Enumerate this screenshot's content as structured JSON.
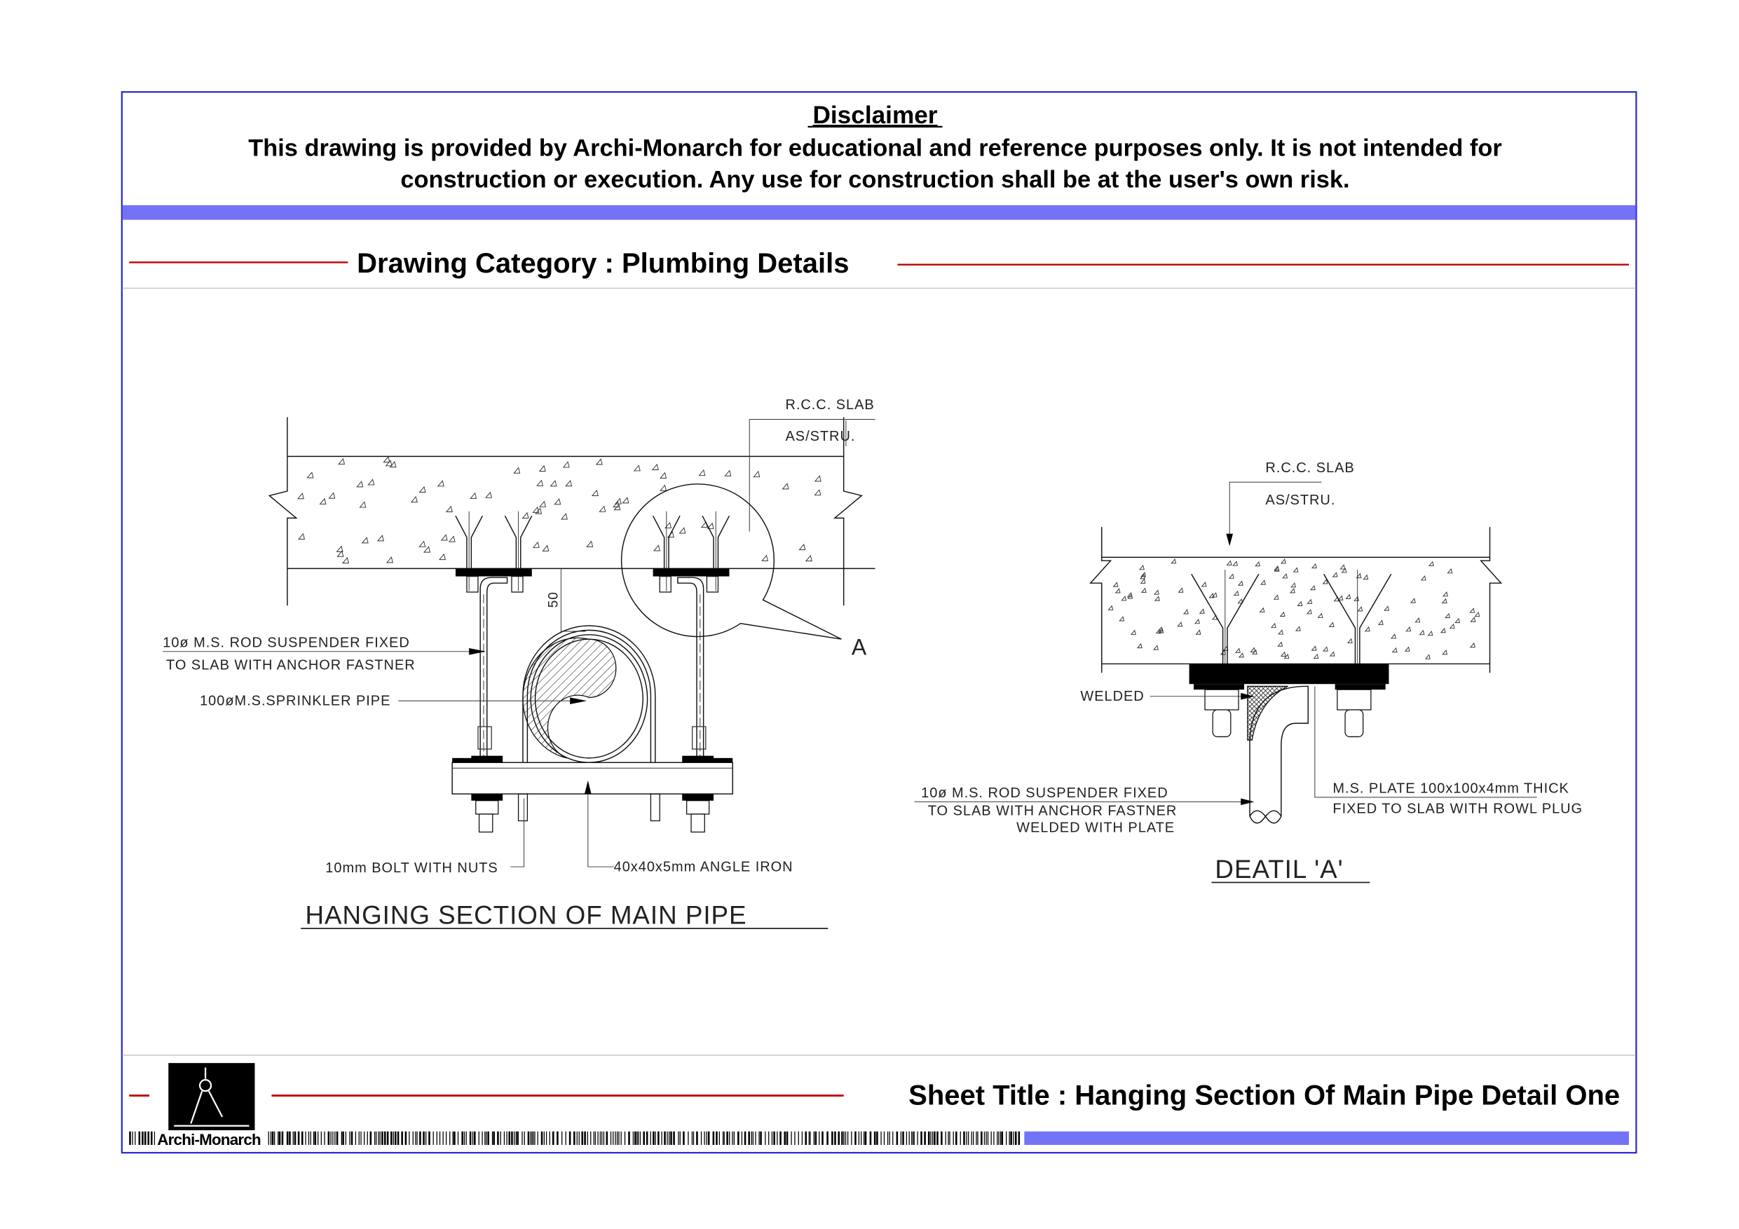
{
  "disclaimer": {
    "title": "Disclaimer",
    "line1": "This drawing is provided by Archi-Monarch for educational and reference purposes only. It is not intended for",
    "line2": "construction or execution. Any use for construction shall be at the user's own risk."
  },
  "category": "Drawing Category : Plumbing Details",
  "left_drawing": {
    "slab_label": "R.C.C.  SLAB",
    "slab_sub": "AS/STRU.",
    "dim": "50",
    "rod_label_1": "10ø  M.S.  ROD  SUSPENDER  FIXED",
    "rod_label_2": "TO  SLAB  WITH  ANCHOR  FASTNER",
    "pipe_label": "100øM.S.SPRINKLER  PIPE",
    "bolt_label": "10mm  BOLT  WITH  NUTS",
    "angle_label": "40x40x5mm  ANGLE  IRON",
    "detail_marker": "A",
    "title": "HANGING  SECTION  OF  MAIN  PIPE"
  },
  "right_drawing": {
    "slab_label": "R.C.C.  SLAB",
    "slab_sub": "AS/STRU.",
    "welded_label": "WELDED",
    "rod_label_1": "10ø  M.S.  ROD  SUSPENDER  FIXED",
    "rod_label_2": "TO  SLAB  WITH  ANCHOR  FASTNER",
    "rod_label_3": "WELDED  WITH  PLATE",
    "plate_label_1": "M.S.  PLATE  100x100x4mm  THICK",
    "plate_label_2": "FIXED  TO  SLAB  WITH  ROWL  PLUG",
    "title": "DEATIL  'A'"
  },
  "footer": {
    "brand": "Archi-Monarch",
    "sheet_title": "Sheet Title : Hanging Section Of Main Pipe Detail One"
  },
  "colors": {
    "border": "#2b2bd0",
    "band": "#7373f7",
    "rule": "#c00000"
  }
}
